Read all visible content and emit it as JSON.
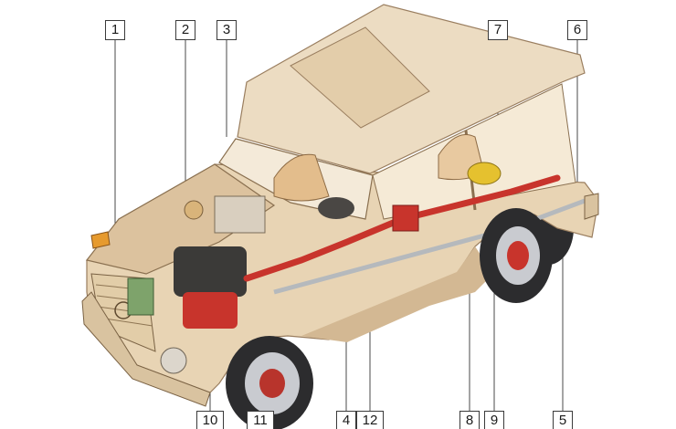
{
  "callouts": [
    {
      "id": "1",
      "label": "1"
    },
    {
      "id": "2",
      "label": "2"
    },
    {
      "id": "3",
      "label": "3"
    },
    {
      "id": "7",
      "label": "7"
    },
    {
      "id": "6",
      "label": "6"
    },
    {
      "id": "10",
      "label": "10"
    },
    {
      "id": "11",
      "label": "11"
    },
    {
      "id": "4",
      "label": "4"
    },
    {
      "id": "12",
      "label": "12"
    },
    {
      "id": "8",
      "label": "8"
    },
    {
      "id": "9",
      "label": "9"
    },
    {
      "id": "5",
      "label": "5"
    }
  ],
  "colors": {
    "body_paint": "#e8d4b4",
    "body_shadow": "#c9ab86",
    "frame_red": "#c8342c",
    "engine_dark": "#3b3a38",
    "tire": "#2c2c2e",
    "amber": "#e69a2e",
    "callout_border": "#3a3a3a"
  }
}
